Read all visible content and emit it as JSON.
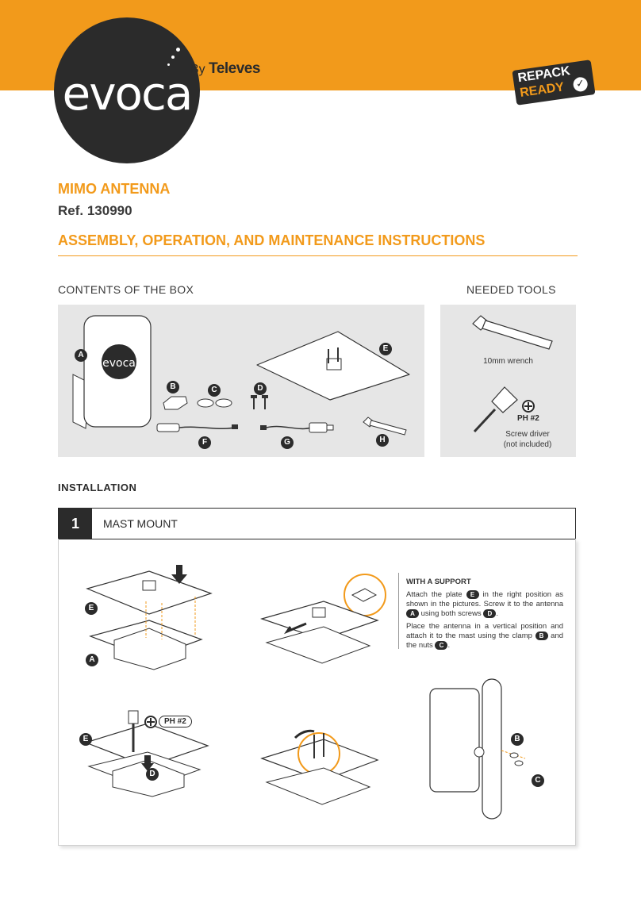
{
  "brand": {
    "logo_text": "evoca",
    "by": "By",
    "maker": "Televes",
    "badge_line1": "REPACK",
    "badge_line2": "READY",
    "accent": "#f29a1b",
    "dark": "#2b2b2b"
  },
  "product": {
    "name": "MIMO ANTENNA",
    "ref": "Ref. 130990",
    "doc_title": "ASSEMBLY, OPERATION, AND MAINTENANCE INSTRUCTIONS"
  },
  "contents": {
    "heading": "CONTENTS OF THE BOX",
    "labels": [
      "A",
      "B",
      "C",
      "D",
      "E",
      "F",
      "G",
      "H"
    ]
  },
  "tools": {
    "heading": "NEEDED TOOLS",
    "wrench": "10mm wrench",
    "ph": "PH #2",
    "screwdriver_line1": "Screw driver",
    "screwdriver_line2": "(not included)"
  },
  "installation": {
    "heading": "INSTALLATION"
  },
  "step1": {
    "number": "1",
    "title": "MAST MOUNT",
    "support_heading": "WITH A SUPPORT",
    "p1_a": "Attach the plate",
    "p1_b": "in the right position as shown in the pictures. Screw it to the antenna",
    "p1_c": "using both screws",
    "p2_a": "Place the antenna in a vertical position and attach it to the mast using the clamp",
    "p2_b": "and the nuts",
    "labels": {
      "A": "A",
      "B": "B",
      "C": "C",
      "D": "D",
      "E": "E"
    },
    "ph": "PH #2"
  }
}
